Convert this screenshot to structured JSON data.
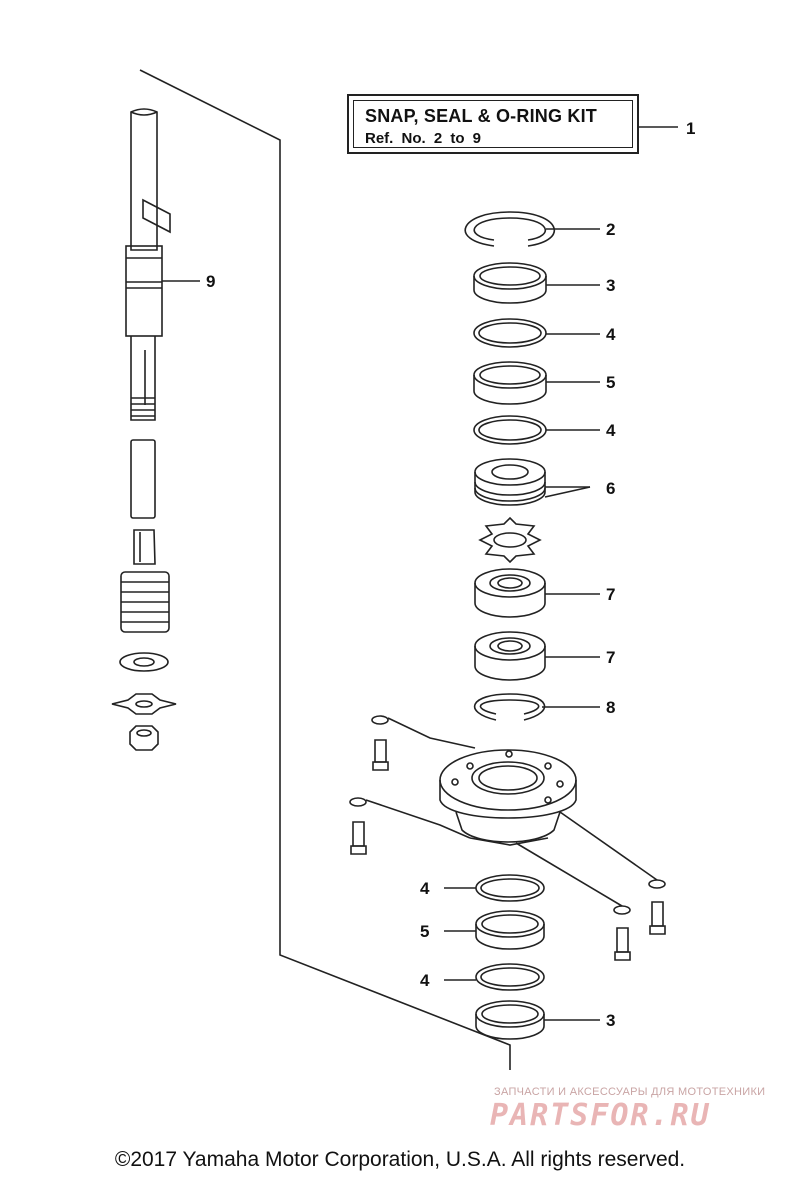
{
  "kit": {
    "title": "SNAP,  SEAL & O-RING KIT",
    "ref": "Ref.  No.  2  to  9"
  },
  "callouts": [
    "1",
    "2",
    "3",
    "4",
    "5",
    "4",
    "6",
    "7",
    "7",
    "8",
    "9",
    "4",
    "5",
    "4",
    "3"
  ],
  "watermark": {
    "top_text": "ЗАПЧАСТИ И АКСЕССУАРЫ ДЛЯ МОТОТЕХНИКИ",
    "logo_text": "PARTSFOR.RU"
  },
  "copyright": "©2017 Yamaha Motor Corporation, U.S.A. All rights reserved."
}
